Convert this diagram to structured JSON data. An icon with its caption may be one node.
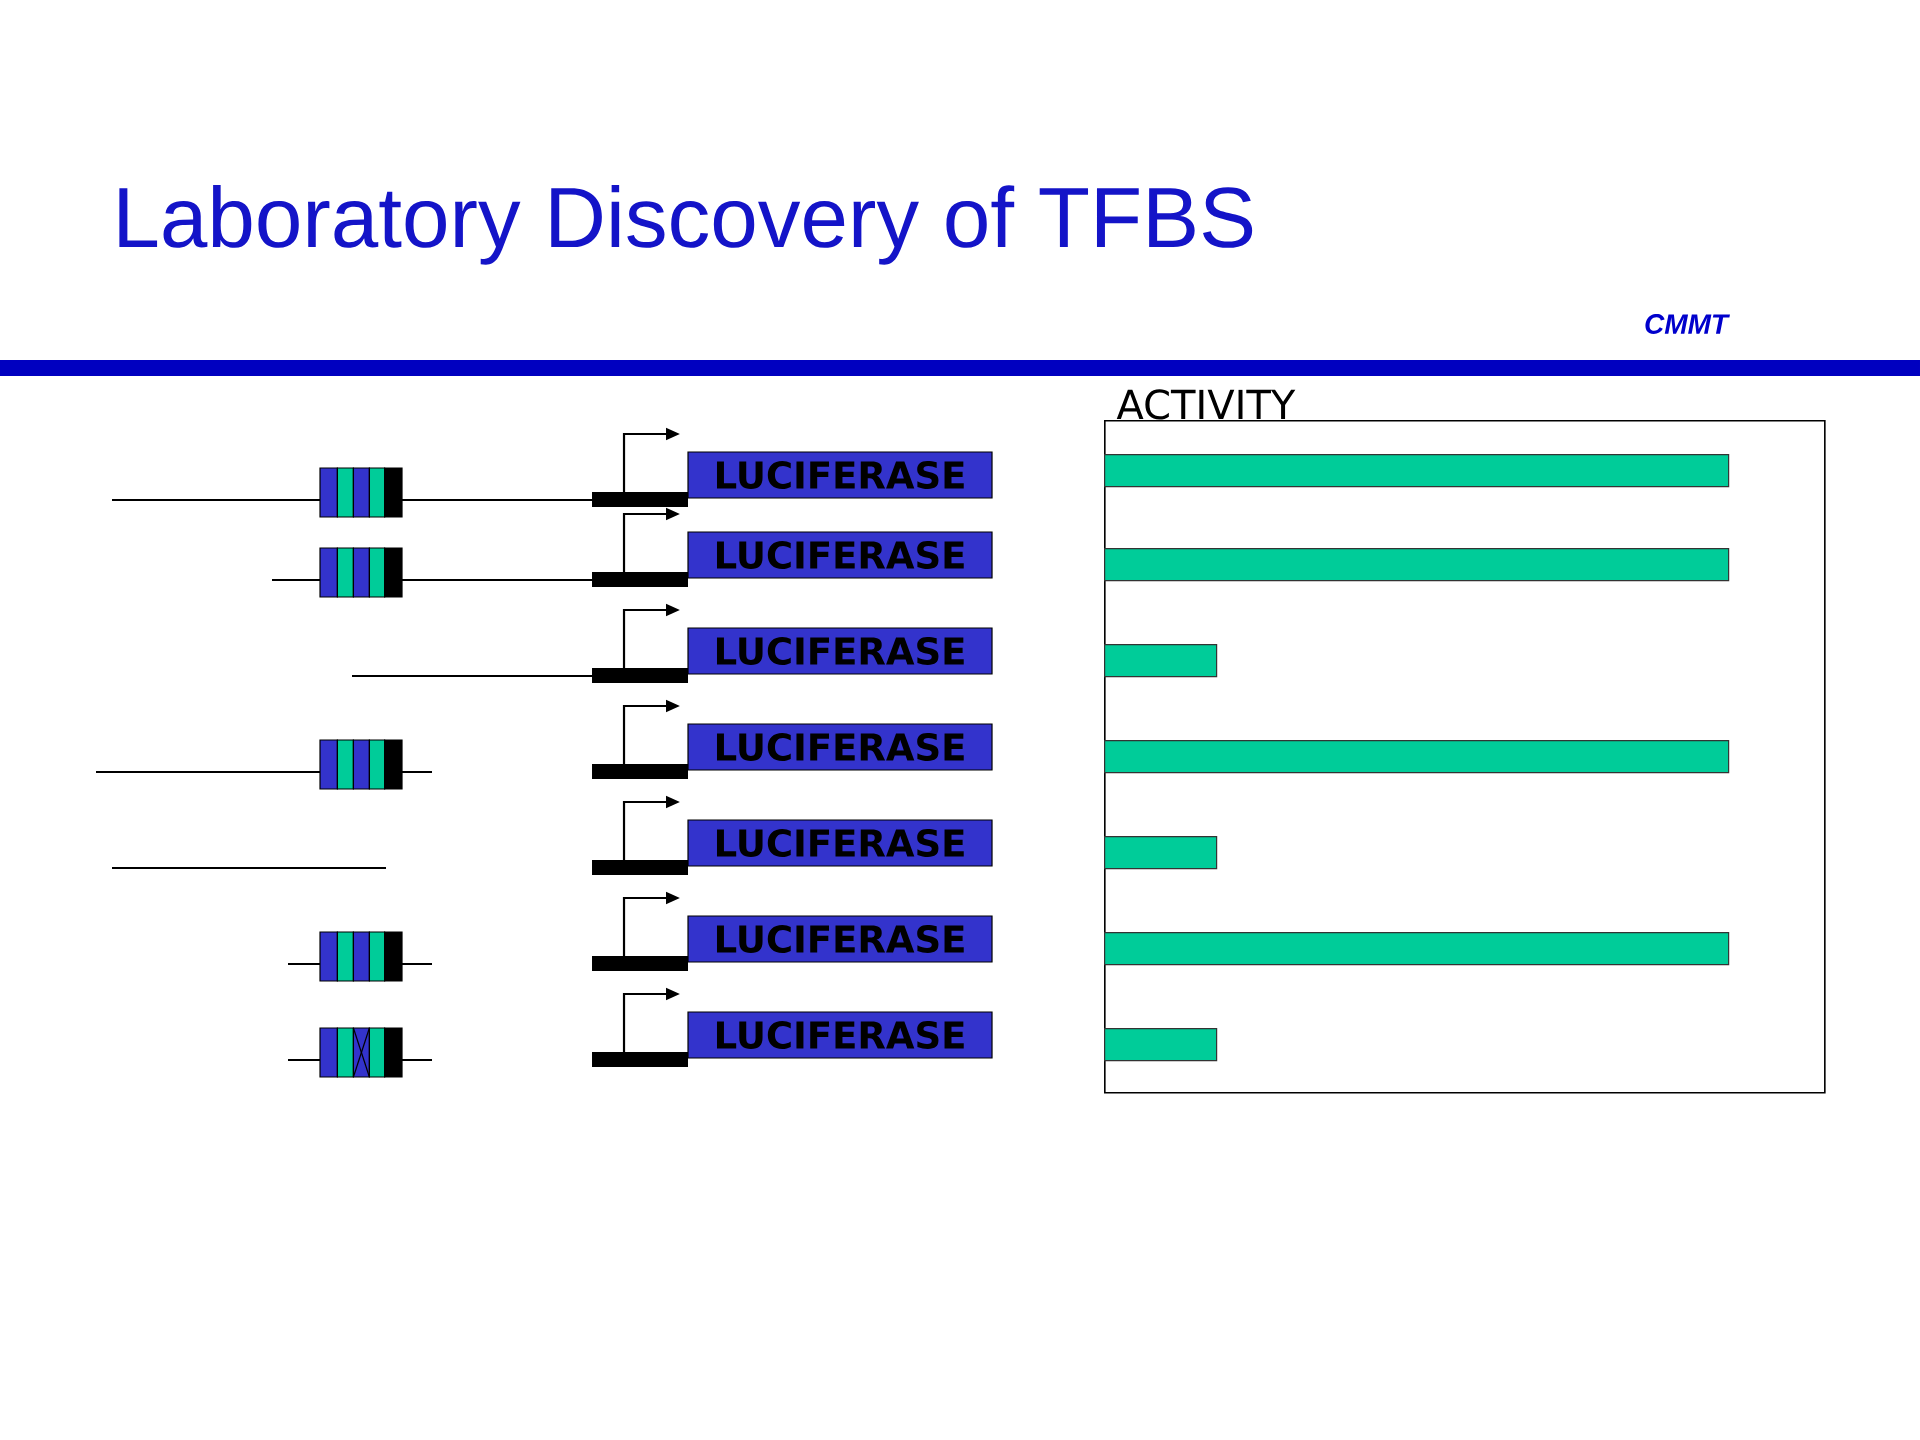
{
  "diagram": {
    "title": "Laboratory Discovery of TFBS",
    "nodes": [
      {
        "text": [
          "LUCIFERASE"
        ]
      },
      {
        "text": [
          "LUCIFERASE"
        ]
      },
      {
        "text": [
          "LUCIFERASE"
        ]
      },
      {
        "text": [
          "LUCIFERASE"
        ]
      },
      {
        "text": [
          "LUCIFERASE"
        ]
      },
      {
        "text": [
          "LUCIFERASE"
        ]
      },
      {
        "text": [
          "LUCIFERASE"
        ]
      },
      {
        "text": [
          "ACTIVITY"
        ]
      },
      {
        "text": [],
        "shape": "bar",
        "in": 7
      },
      {
        "text": [],
        "shape": "bar",
        "in": 7
      },
      {
        "text": [],
        "shape": "bar",
        "in": 7
      },
      {
        "text": [],
        "shape": "bar",
        "in": 7
      },
      {
        "text": [],
        "shape": "bar",
        "in": 7
      },
      {
        "text": [],
        "shape": "bar",
        "in": 7
      },
      {
        "text": [],
        "shape": "bar",
        "in": 7
      }
    ],
    "labels": [
      "CMMT"
    ]
  }
}
